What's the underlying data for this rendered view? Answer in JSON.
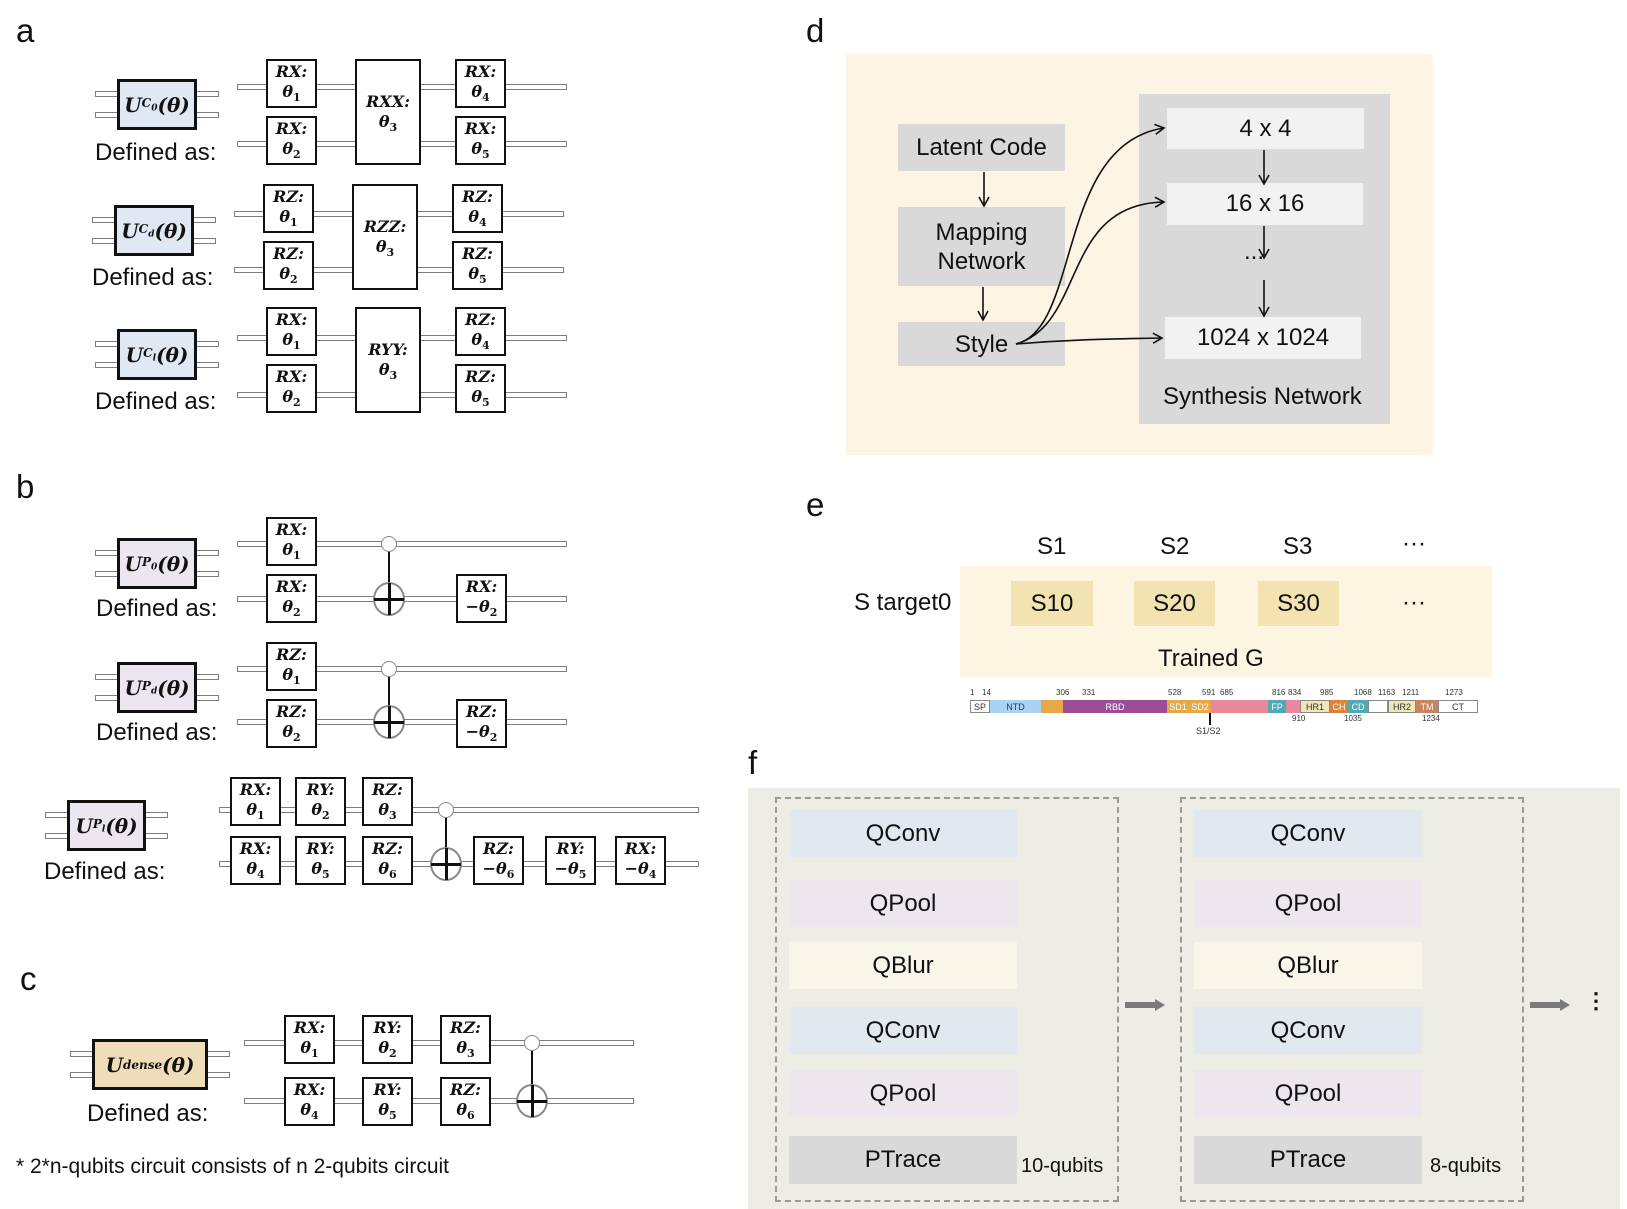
{
  "panels": {
    "a": {
      "label": "a",
      "rows": [
        {
          "unitary": "U",
          "sub": "C",
          "subsub": "0",
          "arg": "(θ)",
          "defined": "Defined as:",
          "gates_top": [
            {
              "name": "RX:",
              "param": "θ",
              "idx": "1"
            },
            {
              "name": "RX:",
              "param": "θ",
              "idx": "4"
            }
          ],
          "gates_bot": [
            {
              "name": "RX:",
              "param": "θ",
              "idx": "2"
            },
            {
              "name": "RX:",
              "param": "θ",
              "idx": "5"
            }
          ],
          "two_qubit": {
            "name": "RXX:",
            "param": "θ",
            "idx": "3"
          }
        },
        {
          "unitary": "U",
          "sub": "C",
          "subsub": "d",
          "arg": "(θ)",
          "defined": "Defined as:",
          "gates_top": [
            {
              "name": "RZ:",
              "param": "θ",
              "idx": "1"
            },
            {
              "name": "RZ:",
              "param": "θ",
              "idx": "4"
            }
          ],
          "gates_bot": [
            {
              "name": "RZ:",
              "param": "θ",
              "idx": "2"
            },
            {
              "name": "RZ:",
              "param": "θ",
              "idx": "5"
            }
          ],
          "two_qubit": {
            "name": "RZZ:",
            "param": "θ",
            "idx": "3"
          }
        },
        {
          "unitary": "U",
          "sub": "C",
          "subsub": "l",
          "arg": "(θ)",
          "defined": "Defined as:",
          "gates_top": [
            {
              "name": "RX:",
              "param": "θ",
              "idx": "1"
            },
            {
              "name": "RZ:",
              "param": "θ",
              "idx": "4"
            }
          ],
          "gates_bot": [
            {
              "name": "RX:",
              "param": "θ",
              "idx": "2"
            },
            {
              "name": "RZ:",
              "param": "θ",
              "idx": "5"
            }
          ],
          "two_qubit": {
            "name": "RYY:",
            "param": "θ",
            "idx": "3"
          }
        }
      ]
    },
    "b": {
      "label": "b",
      "rows": [
        {
          "unitary": "U",
          "sub": "P",
          "subsub": "0",
          "arg": "(θ)",
          "defined": "Defined as:",
          "g1": {
            "name": "RX:",
            "param": "θ",
            "idx": "1"
          },
          "g2": {
            "name": "RX:",
            "param": "θ",
            "idx": "2"
          },
          "g3": {
            "name": "RX:",
            "param": "−θ",
            "idx": "2"
          }
        },
        {
          "unitary": "U",
          "sub": "P",
          "subsub": "d",
          "arg": "(θ)",
          "defined": "Defined as:",
          "g1": {
            "name": "RZ:",
            "param": "θ",
            "idx": "1"
          },
          "g2": {
            "name": "RZ:",
            "param": "θ",
            "idx": "2"
          },
          "g3": {
            "name": "RZ:",
            "param": "−θ",
            "idx": "2"
          }
        },
        {
          "unitary": "U",
          "sub": "P",
          "subsub": "l",
          "arg": "(θ)",
          "defined": "Defined as:",
          "top": [
            {
              "name": "RX:",
              "param": "θ",
              "idx": "1"
            },
            {
              "name": "RY:",
              "param": "θ",
              "idx": "2"
            },
            {
              "name": "RZ:",
              "param": "θ",
              "idx": "3"
            }
          ],
          "bot": [
            {
              "name": "RX:",
              "param": "θ",
              "idx": "4"
            },
            {
              "name": "RY:",
              "param": "θ",
              "idx": "5"
            },
            {
              "name": "RZ:",
              "param": "θ",
              "idx": "6"
            }
          ],
          "after": [
            {
              "name": "RZ:",
              "param": "−θ",
              "idx": "6"
            },
            {
              "name": "RY:",
              "param": "−θ",
              "idx": "5"
            },
            {
              "name": "RX:",
              "param": "−θ",
              "idx": "4"
            }
          ]
        }
      ]
    },
    "c": {
      "label": "c",
      "unitary": "U",
      "sub": "dense",
      "arg": "(θ)",
      "defined": "Defined as:",
      "top": [
        {
          "name": "RX:",
          "param": "θ",
          "idx": "1"
        },
        {
          "name": "RY:",
          "param": "θ",
          "idx": "2"
        },
        {
          "name": "RZ:",
          "param": "θ",
          "idx": "3"
        }
      ],
      "bot": [
        {
          "name": "RX:",
          "param": "θ",
          "idx": "4"
        },
        {
          "name": "RY:",
          "param": "θ",
          "idx": "5"
        },
        {
          "name": "RZ:",
          "param": "θ",
          "idx": "6"
        }
      ],
      "footnote": "* 2*n-qubits circuit consists of n 2-qubits circuit"
    },
    "d": {
      "label": "d",
      "latent": "Latent Code",
      "mapping": "Mapping\nNetwork",
      "style": "Style",
      "layers": [
        "4 x 4",
        "16 x 16",
        "...",
        "1024 x 1024"
      ],
      "synthesis": "Synthesis Network"
    },
    "e": {
      "label": "e",
      "columns": [
        "S1",
        "S2",
        "S3",
        "···"
      ],
      "row_label": "S target0",
      "cells": [
        "S10",
        "S20",
        "S30",
        "···"
      ],
      "trained": "Trained G",
      "domain_map": {
        "positions": [
          "1",
          "14",
          "306",
          "331",
          "528",
          "591",
          "685",
          "816",
          "834",
          "985",
          "1068",
          "1163",
          "1211",
          "1273"
        ],
        "below_positions": [
          "910",
          "1035",
          "1234"
        ],
        "segments": [
          "SP",
          "NTD",
          "",
          "RBD",
          "SD1",
          "SD2",
          "",
          "FP",
          "",
          "HR1",
          "CH",
          "CD",
          "",
          "HR2",
          "TM",
          "CT"
        ],
        "arrow_label": "S1/S2"
      }
    },
    "f": {
      "label": "f",
      "blocks": [
        {
          "layers": [
            "QConv",
            "QPool",
            "QBlur",
            "QConv",
            "QPool",
            "PTrace"
          ],
          "qubits": "10-qubits"
        },
        {
          "layers": [
            "QConv",
            "QPool",
            "QBlur",
            "QConv",
            "QPool",
            "PTrace"
          ],
          "qubits": "8-qubits"
        }
      ],
      "continuation": "⋮"
    }
  },
  "colors": {
    "u_c": "#dfe8f3",
    "u_p": "#ebe6f0",
    "u_dense": "#efdcb8",
    "panel_d_bg": "#fdf4e3",
    "panel_e_bg": "#fdf4e1",
    "panel_f_bg": "#edede6",
    "qconv": "#e1e8f0",
    "qpool": "#ece6ef",
    "qblur": "#f7f6e9",
    "ptrace": "#d9d9d9"
  }
}
